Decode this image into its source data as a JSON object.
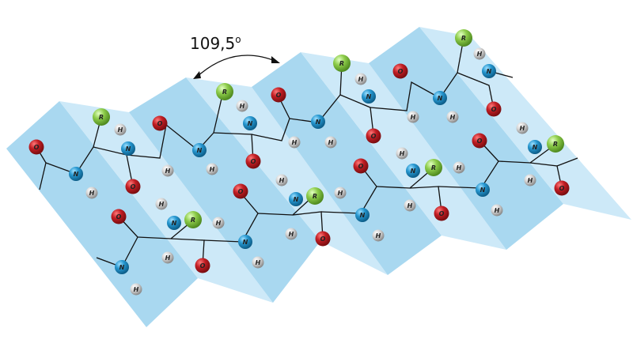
{
  "diagram": {
    "angle_label": "109,5",
    "angle_unit": "o",
    "colors": {
      "sheet_dark": "#a7d6ef",
      "sheet_light": "#cbe8f7",
      "sheet_edge": "#8cc6e6",
      "oxygen": "#b5171c",
      "nitrogen": "#1d8dc4",
      "hydrogen": "#c9c9c9",
      "r_group": "#82c341",
      "bond": "#111111"
    },
    "atom_labels": {
      "O": "O",
      "N": "N",
      "H": "H",
      "R": "R"
    }
  }
}
